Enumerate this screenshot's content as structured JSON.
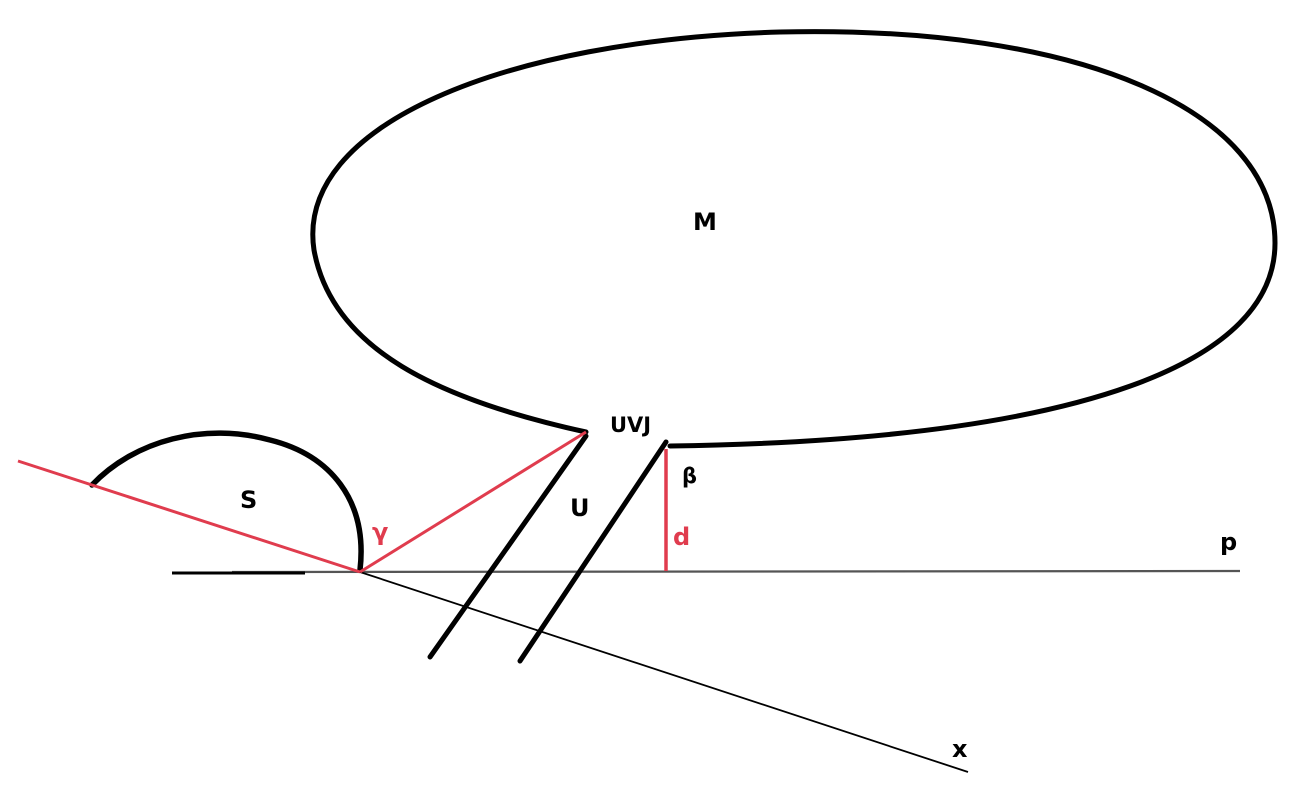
{
  "labels": {
    "bladder": "M",
    "junction": "UVJ",
    "ureter": "U",
    "symphysis": "S",
    "beta": "β",
    "gamma": "γ",
    "distance": "d",
    "line_p": "p",
    "line_x": "x"
  },
  "colors": {
    "outline": "#000000",
    "measure": "#e03c4e",
    "reference": "#555555"
  }
}
